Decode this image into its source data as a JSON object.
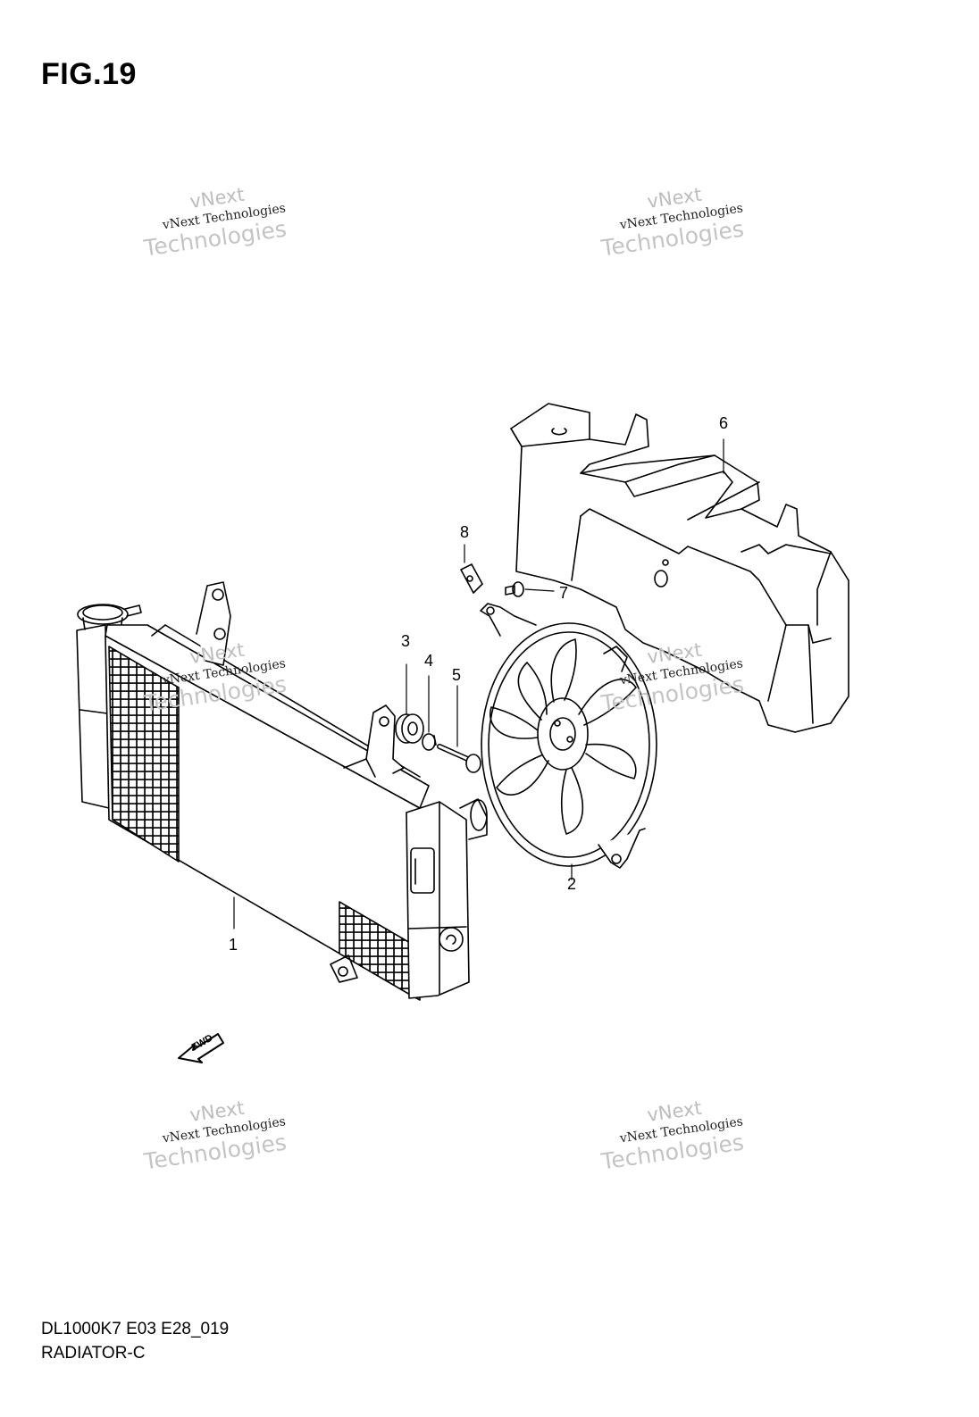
{
  "figure": {
    "title": "FIG.19",
    "model_code": "DL1000K7 E03 E28_019",
    "name": "RADIATOR-C"
  },
  "watermark": {
    "line1": "vNext",
    "line2": "vNext Technologies",
    "line3": "Technologies"
  },
  "callouts": [
    "1",
    "2",
    "3",
    "4",
    "5",
    "6",
    "7",
    "8"
  ],
  "fwd_label": "FWD"
}
